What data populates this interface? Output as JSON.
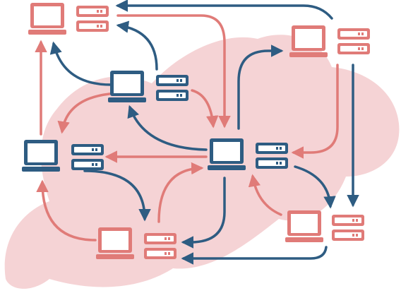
{
  "diagram": {
    "kind": "network-topology",
    "colors": {
      "blob": "#F5D3D5",
      "blue": "#2E5C82",
      "red": "#E07B78",
      "white": "#FFFFFF"
    },
    "nodes": [
      {
        "id": "node-top-left",
        "color": "red",
        "devices": [
          "laptop",
          "server-stack"
        ]
      },
      {
        "id": "node-top-right",
        "color": "red",
        "devices": [
          "laptop",
          "server-stack"
        ]
      },
      {
        "id": "node-upper-center",
        "color": "blue",
        "devices": [
          "laptop",
          "server-stack"
        ]
      },
      {
        "id": "node-mid-left",
        "color": "blue",
        "devices": [
          "laptop",
          "server-stack"
        ]
      },
      {
        "id": "node-center",
        "color": "blue",
        "devices": [
          "laptop",
          "server-stack"
        ]
      },
      {
        "id": "node-bottom-center",
        "color": "red",
        "devices": [
          "laptop",
          "server-stack"
        ]
      },
      {
        "id": "node-bottom-right",
        "color": "red",
        "devices": [
          "laptop",
          "server-stack"
        ]
      }
    ]
  }
}
